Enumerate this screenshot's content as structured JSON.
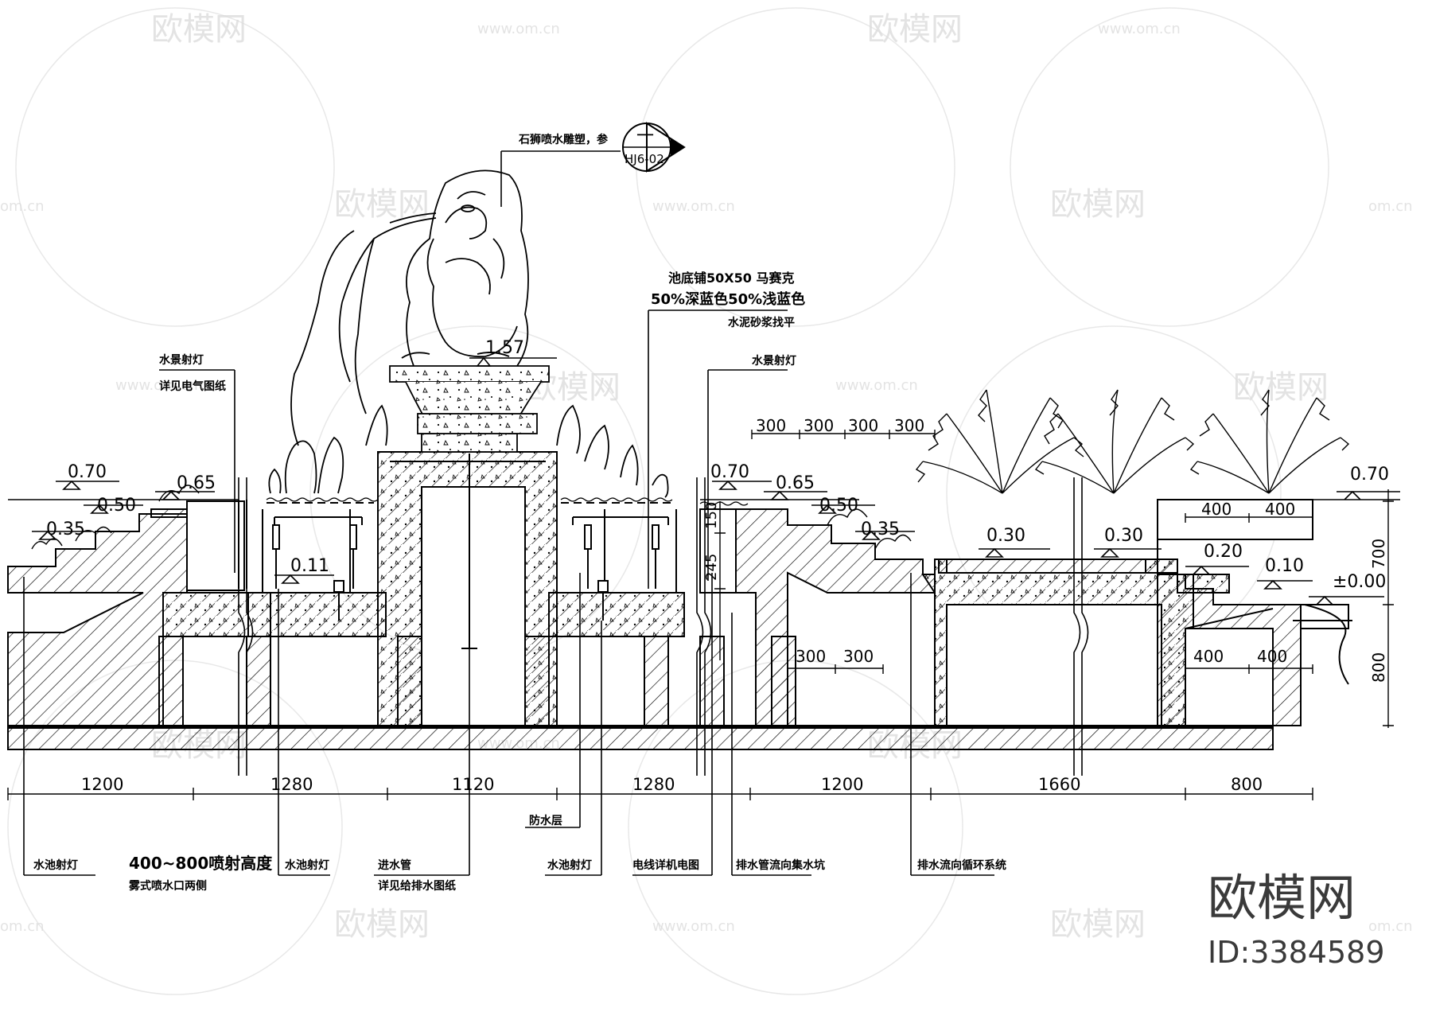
{
  "labels": {
    "lion": "石狮喷水雕塑，参",
    "section_symbol": "一",
    "section_ref": "HJ6-02",
    "mosaic_line1": "池底铺50X50 马赛克",
    "mosaic_line2": "50%深蓝色50%浅蓝色",
    "mosaic_line3": "水泥砂浆找平",
    "light_left_1": "水景射灯",
    "light_left_2": "详见电气图纸",
    "light_right": "水景射灯",
    "bottom_pool_light_a": "水池射灯",
    "bottom_spray_1": "400~800喷射高度",
    "bottom_spray_2": "雾式喷水口两侧",
    "bottom_pool_light_b": "水池射灯",
    "bottom_inlet_1": "进水管",
    "bottom_inlet_2": "详见给排水图纸",
    "bottom_waterproof": "防水层",
    "bottom_pool_light_c": "水池射灯",
    "bottom_wiring": "电线详机电图",
    "bottom_drain": "排水管流向集水坑",
    "bottom_recycle": "排水流向循环系统"
  },
  "elevations": {
    "e157": "1.57",
    "l070": "0.70",
    "l065": "0.65",
    "l050": "0.50",
    "l035": "0.35",
    "l011": "0.11",
    "r070": "0.70",
    "r065": "0.65",
    "r050": "0.50",
    "r035": "0.35",
    "r030a": "0.30",
    "r030b": "0.30",
    "r020": "0.20",
    "r010": "0.10",
    "r000": "±0.00",
    "far070": "0.70"
  },
  "dimensions": {
    "top_300": [
      "300",
      "300",
      "300",
      "300"
    ],
    "planter_400": [
      "400",
      "400"
    ],
    "inner_300": [
      "300",
      "300"
    ],
    "inner_400": [
      "400",
      "400"
    ],
    "vert_150": "150",
    "vert_245": "245",
    "vert_700": "700",
    "vert_800": "800",
    "bottom": [
      "1200",
      "1280",
      "1120",
      "1280",
      "1200",
      "1660",
      "800"
    ]
  },
  "watermark": {
    "brand": "欧模网",
    "domain": "www.om.cn",
    "domain_short": "om.cn",
    "id": "ID:3384589"
  }
}
